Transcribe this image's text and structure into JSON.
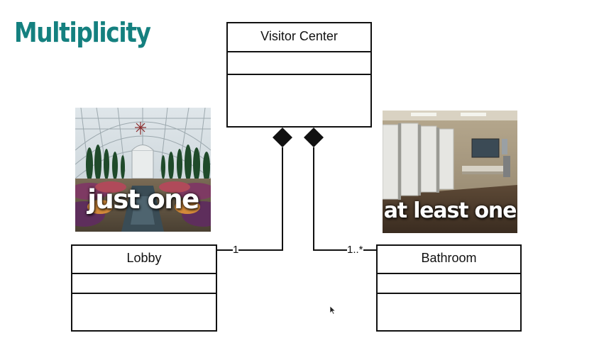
{
  "slide": {
    "title": "Multiplicity"
  },
  "classes": {
    "visitor_center": {
      "name": "Visitor Center"
    },
    "lobby": {
      "name": "Lobby"
    },
    "bathroom": {
      "name": "Bathroom"
    }
  },
  "associations": {
    "lobby": {
      "multiplicity": "1",
      "type": "composition"
    },
    "bathroom": {
      "multiplicity": "1..*",
      "type": "composition"
    }
  },
  "images": {
    "lobby_photo": {
      "caption": "just one",
      "subject": "conservatory-interior"
    },
    "bathroom_photo": {
      "caption": "at least one",
      "subject": "restroom-interior"
    }
  },
  "colors": {
    "title": "#14807f",
    "line": "#111111"
  }
}
